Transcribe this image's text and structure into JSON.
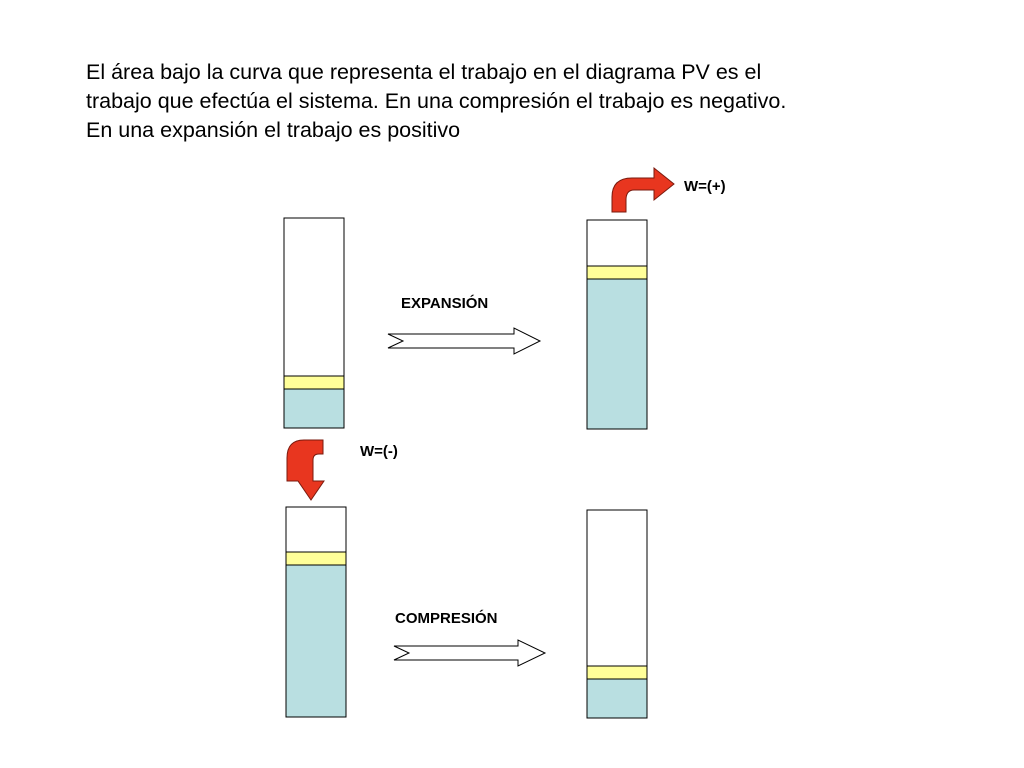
{
  "text": {
    "lines": [
      "El área bajo la curva que representa el trabajo en el diagrama PV es el",
      "trabajo que efectúa el sistema. En una compresión el trabajo es negativo.",
      "En una expansión el trabajo es positivo"
    ]
  },
  "labels": {
    "expansion": "EXPANSIÓN",
    "compression": "COMPRESIÓN",
    "work_positive": "W=(+)",
    "work_negative": "W=(-)"
  },
  "colors": {
    "gas": "#B9DFE1",
    "piston": "#FFFF99",
    "work_arrow": "#E8361F",
    "outline": "#000000"
  }
}
